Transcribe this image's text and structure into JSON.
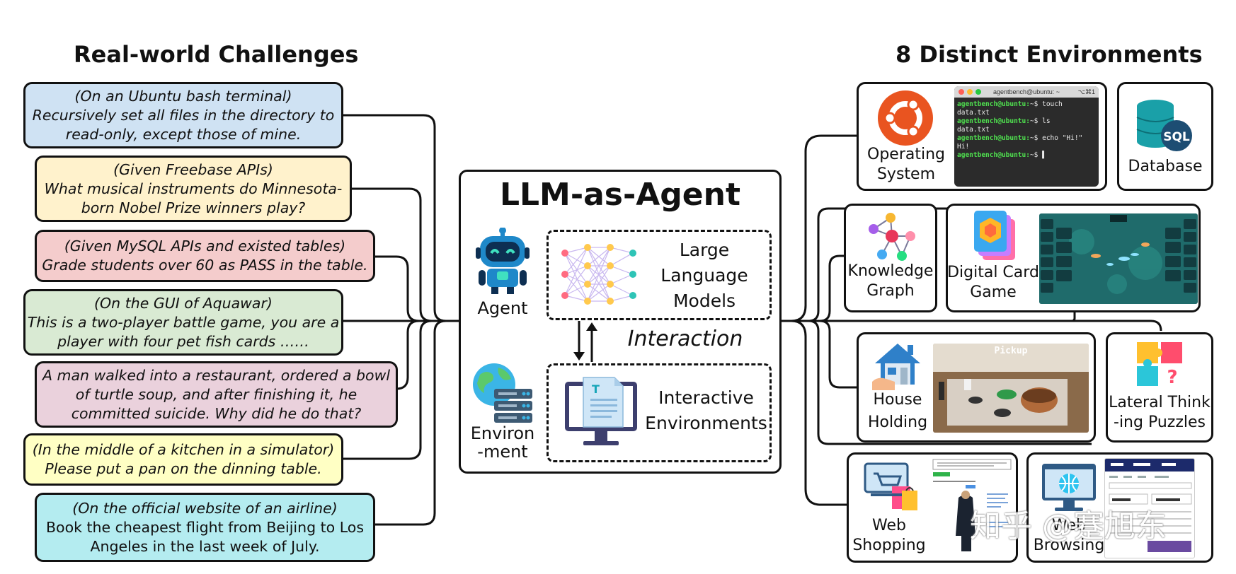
{
  "left_heading": "Real-world Challenges",
  "right_heading": "8 Distinct Environments",
  "challenges": [
    {
      "lines": [
        "(On an Ubuntu bash terminal)",
        "Recursively set all files in the directory to",
        "read-only, except those of mine."
      ],
      "color": "#cfe2f3"
    },
    {
      "lines": [
        "(Given Freebase APIs)",
        "What musical instruments do Minnesota-",
        "born Nobel Prize winners play?"
      ],
      "color": "#fff2cc"
    },
    {
      "lines": [
        "(Given MySQL APIs and existed tables)",
        "Grade students over 60 as PASS in the table."
      ],
      "color": "#f4cccc"
    },
    {
      "lines": [
        "(On the GUI of Aquawar)",
        "This is a two-player battle game, you are a",
        "player with four pet fish cards ……"
      ],
      "color": "#d9ead3"
    },
    {
      "lines": [
        "A man walked into a restaurant, ordered a bowl",
        "of turtle soup, and after finishing it, he",
        "committed suicide. Why did he do that?"
      ],
      "color": "#ead1dc"
    },
    {
      "lines": [
        "(In the middle of a kitchen in a simulator)",
        "Please put a pan on the dinning table."
      ],
      "color": "#ffffc4"
    },
    {
      "lines": [
        "(On the official website of an airline)",
        "Book the cheapest flight from Beijing to Los",
        "Angeles in the last week of July."
      ],
      "color": "#b4ecf0"
    }
  ],
  "center": {
    "title": "LLM-as-Agent",
    "agent_label": "Agent",
    "llm_label": [
      "Large",
      "Language",
      "Models"
    ],
    "interaction_label": "Interaction",
    "env_label": [
      "Environ",
      "-ment"
    ],
    "ie_label": [
      "Interactive",
      "Environments"
    ],
    "icons": {
      "agent": "robot-icon",
      "llm": "neural-network-icon",
      "environment": "globe-server-icon",
      "interactive_env": "monitor-document-icon"
    }
  },
  "environments": {
    "os": {
      "label": [
        "Operating",
        "System"
      ],
      "icon": "ubuntu-logo-icon"
    },
    "terminal": {
      "title": "agentbench@ubuntu: ~",
      "shortcut": "⌥⌘1",
      "lines": [
        {
          "prompt": "agentbench@ubuntu:",
          "text": "~$ touch data.txt"
        },
        {
          "prompt": "agentbench@ubuntu:",
          "text": "~$ ls"
        },
        {
          "prompt": "",
          "text": "data.txt"
        },
        {
          "prompt": "agentbench@ubuntu:",
          "text": "~$ echo \"Hi!\""
        },
        {
          "prompt": "",
          "text": "Hi!"
        },
        {
          "prompt": "agentbench@ubuntu:",
          "text": "~$ ▌"
        }
      ]
    },
    "db": {
      "label": [
        "Database"
      ],
      "icon": "database-sql-icon",
      "badge": "SQL"
    },
    "kg": {
      "label": [
        "Knowledge",
        "Graph"
      ],
      "icon": "knowledge-graph-icon"
    },
    "card": {
      "label": [
        "Digital Card",
        "Game"
      ],
      "icon": "card-stack-icon"
    },
    "house": {
      "label": [
        "House",
        "Holding"
      ],
      "icon": "house-icon",
      "scene_text": "Pickup"
    },
    "ltp": {
      "label": [
        "Lateral Think",
        "-ing Puzzles"
      ],
      "icon": "puzzle-icon"
    },
    "shop": {
      "label": [
        "Web",
        "Shopping"
      ],
      "icon": "shopping-icon"
    },
    "browse": {
      "label": [
        "Web",
        "Browsing"
      ],
      "icon": "web-browser-icon"
    }
  },
  "watermark": "知乎 @蹇旭东"
}
